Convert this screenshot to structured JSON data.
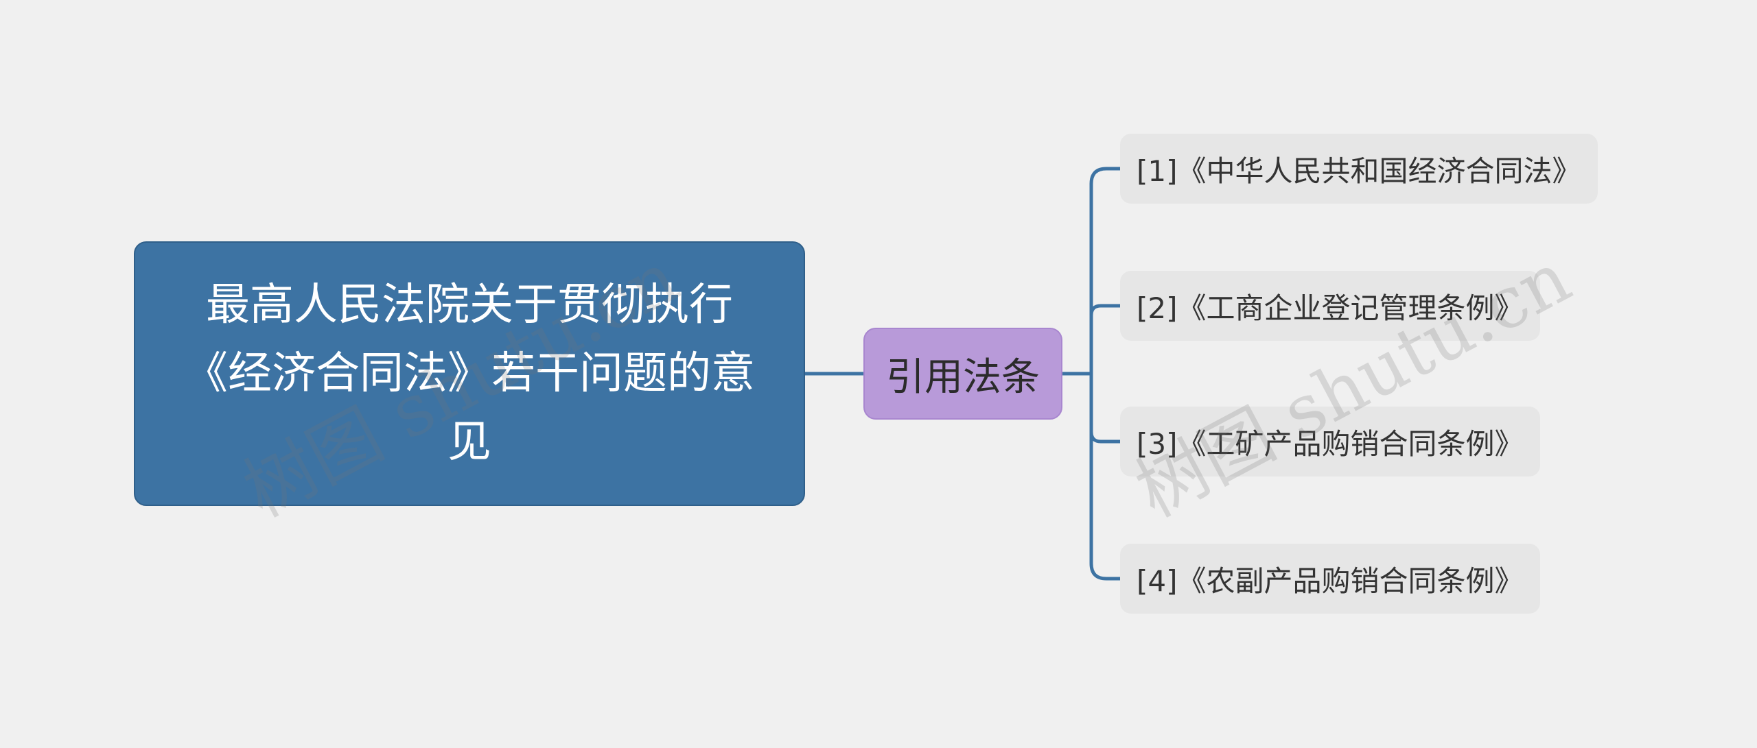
{
  "diagram": {
    "root": {
      "label": "最高人民法院关于贯彻执行《经济合同法》若干问题的意见"
    },
    "branch": {
      "label": "引用法条"
    },
    "leaves": [
      {
        "label": "[1]《中华人民共和国经济合同法》"
      },
      {
        "label": "[2]《工商企业登记管理条例》"
      },
      {
        "label": "[3]《工矿产品购销合同条例》"
      },
      {
        "label": "[4]《农副产品购销合同条例》"
      }
    ]
  },
  "watermarks": [
    "树图 shutu.cn",
    "树图 shutu.cn"
  ],
  "colors": {
    "background": "#f0f0f0",
    "root_fill": "#3d73a3",
    "branch_fill": "#b89ad9",
    "leaf_fill": "#e6e6e6",
    "connector": "#3d73a3"
  }
}
